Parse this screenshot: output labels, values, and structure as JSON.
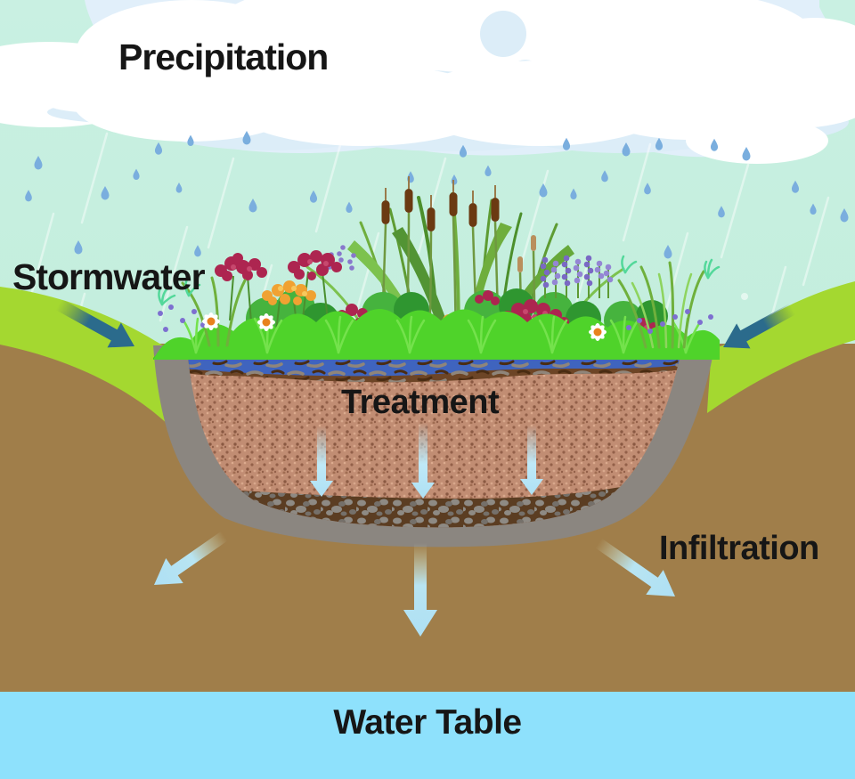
{
  "diagram": {
    "labels": {
      "precipitation": "Precipitation",
      "stormwater": "Stormwater",
      "treatment": "Treatment",
      "infiltration": "Infiltration",
      "water_table": "Water Table"
    },
    "colors": {
      "sky": "#c2eeda",
      "cloud": "#ffffff",
      "cloud_shadow": "#dcedf8",
      "rain_drop": "#7aaede",
      "grass": "#a4d830",
      "soil": "#a07e4a",
      "basin_liner": "#8b8680",
      "mulch": "#6d4526",
      "mulch_water": "#3a67cf",
      "treatment_media": "#c18d73",
      "gravel": "#5b3d22",
      "stormwater_arrow": "#2b6b8c",
      "infiltration_arrow": "#aee0f4",
      "water_table": "#8ee1fc",
      "label_text": "#161616"
    },
    "arrows": {
      "stormwater_count": 2,
      "treatment_down_count": 3,
      "infiltration_count": 3
    }
  }
}
